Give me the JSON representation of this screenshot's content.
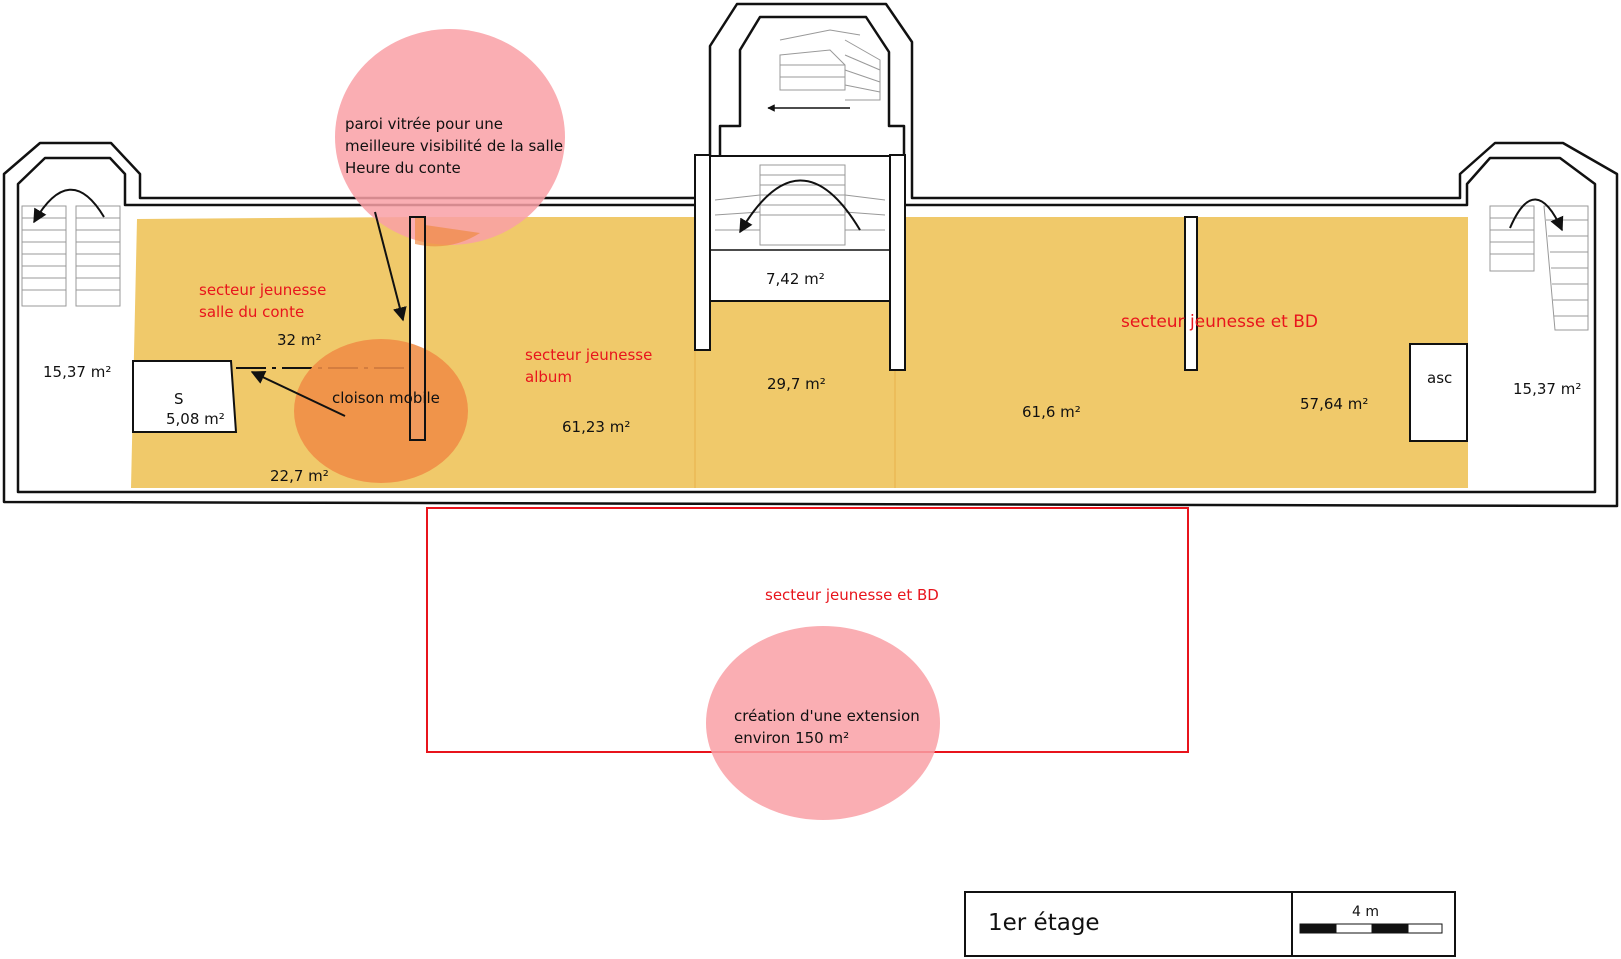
{
  "colors": {
    "floor_fill": "#f0c96a",
    "wall": "#111111",
    "highlight_pink": "#f9a0a6",
    "highlight_orange": "#ef8c45",
    "extension_outline": "#e8141c",
    "label_red": "#e8141c"
  },
  "rooms": {
    "left_stair_area": "15,37 m²",
    "right_stair_area": "15,37 m²",
    "conte_label_1": "secteur jeunesse",
    "conte_label_2": "salle du conte",
    "conte_area": "32 m²",
    "storage_letter": "S",
    "storage_area": "5,08 m²",
    "lower_left_area": "22,7 m²",
    "album_label_1": "secteur jeunesse",
    "album_label_2": "album",
    "album_area": "61,23 m²",
    "stair_landing_area": "7,42 m²",
    "center_area": "29,7 m²",
    "bd_label": "secteur jeunesse et BD",
    "right_area_1": "61,6 m²",
    "right_area_2": "57,64 m²",
    "elevator": "asc"
  },
  "annotations": {
    "glass_wall_1": "paroi vitrée pour une",
    "glass_wall_2": "meilleure visibilité de la salle",
    "glass_wall_3": "Heure du conte",
    "mobile_partition": "cloison mobile",
    "extension_sector": "secteur jeunesse et BD",
    "extension_note_1": "création d'une extension",
    "extension_note_2": "environ 150 m²"
  },
  "legend": {
    "floor_title": "1er étage",
    "scale_label": "4 m"
  }
}
